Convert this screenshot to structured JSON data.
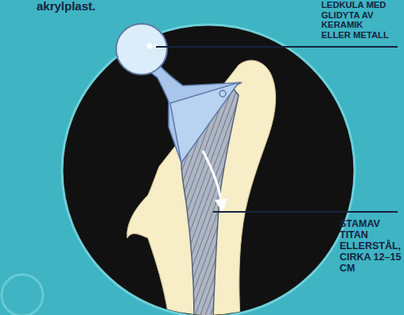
{
  "diagram": {
    "labels": [
      "akrylplast.",
      "LEDKULA MED GLIDYTA AV KERAMIK ELLER METALL",
      "STAMAV TITAN ELLERSTÅL, CIRKA 12–15 CM"
    ]
  }
}
